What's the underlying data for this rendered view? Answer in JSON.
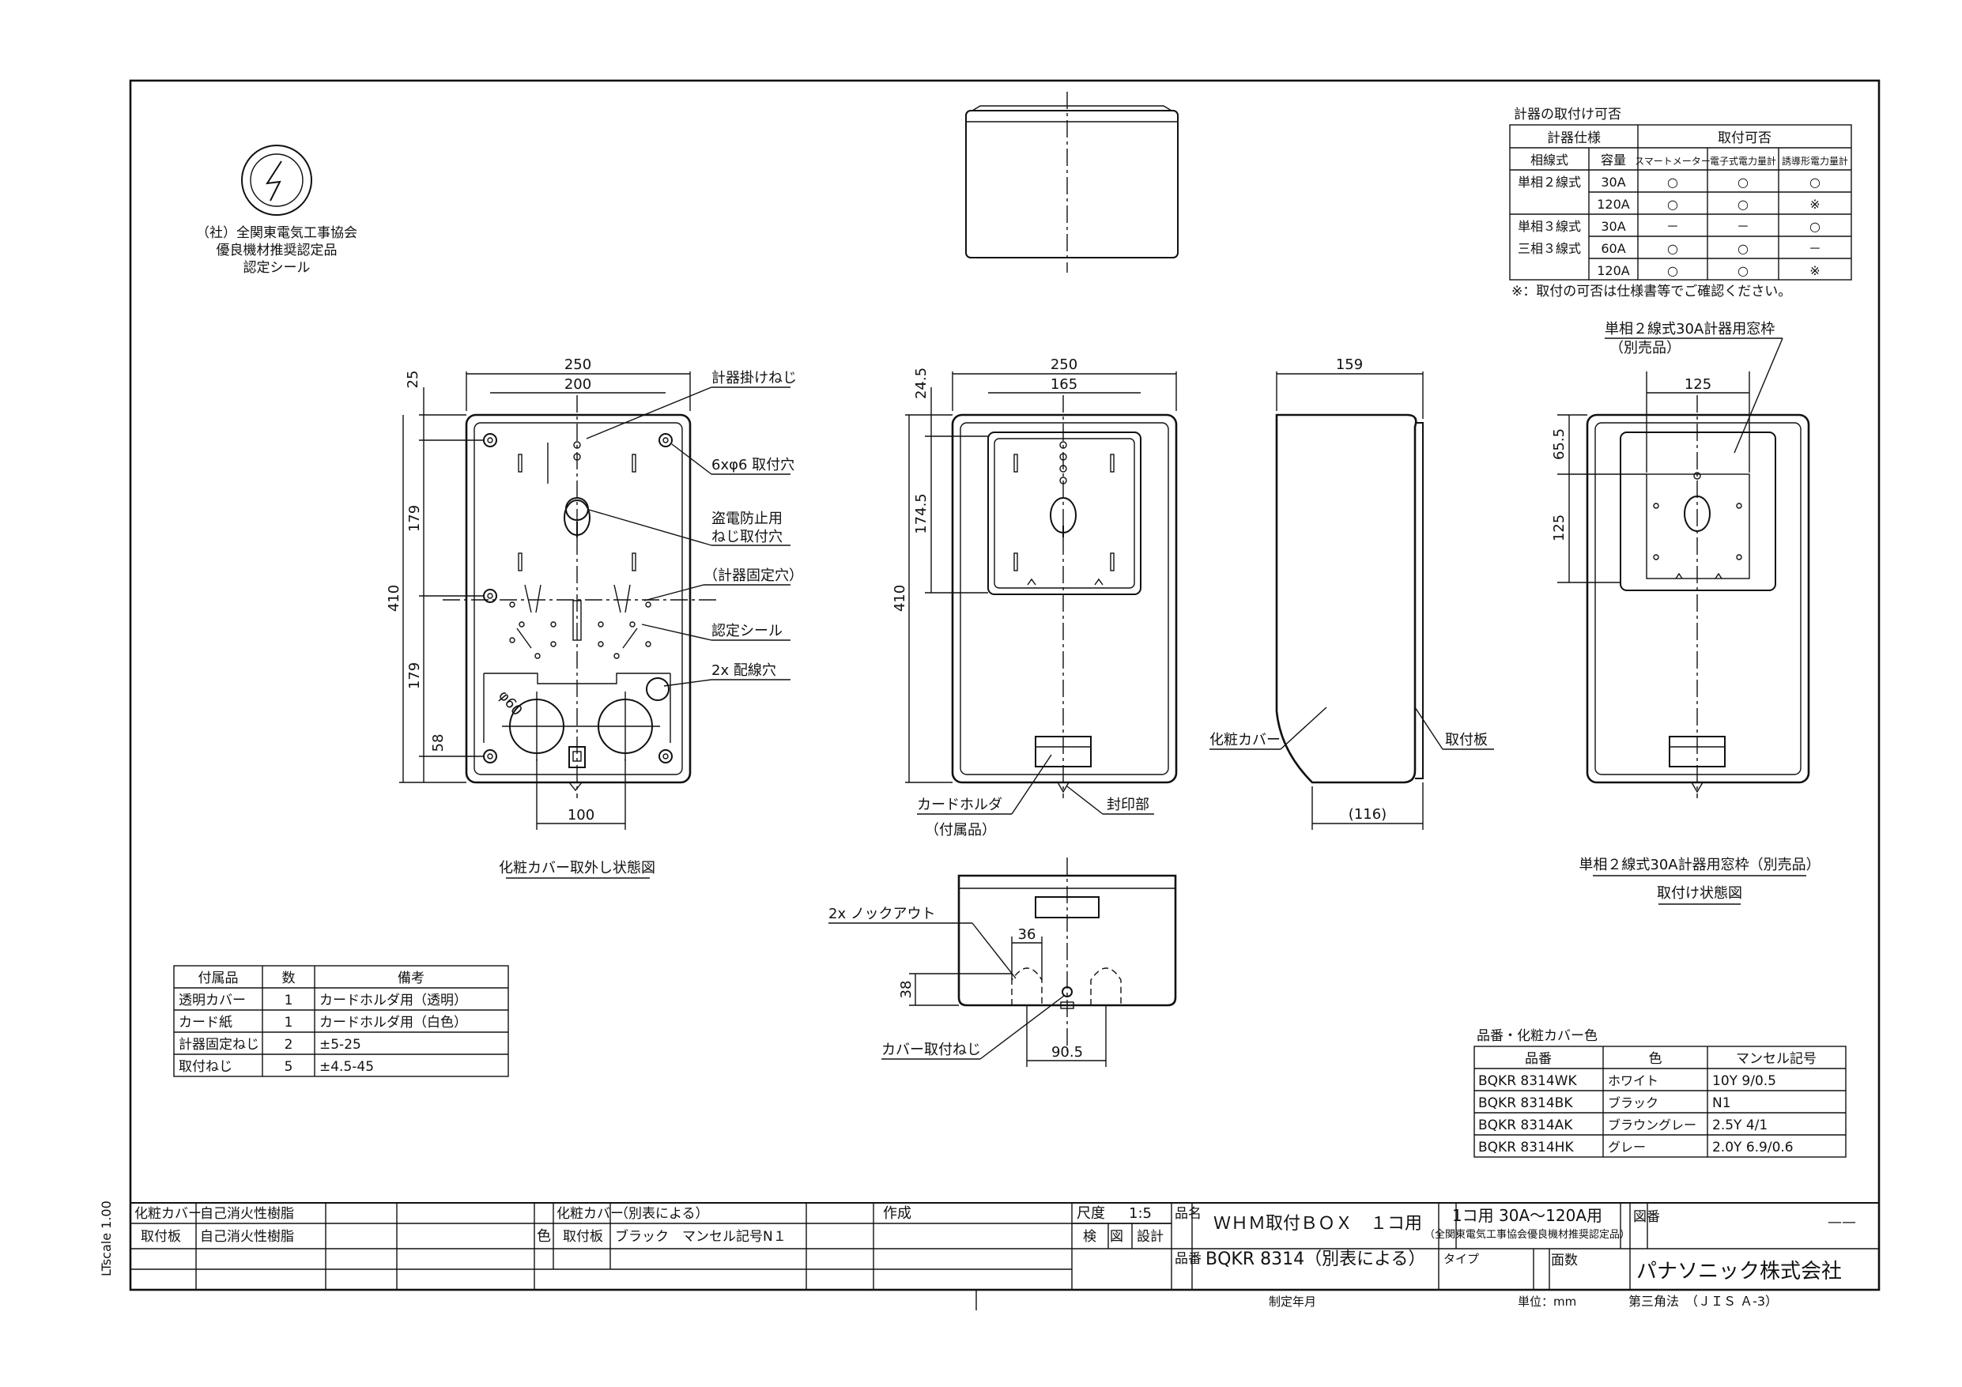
{
  "seal": {
    "line1": "（社）全関東電気工事協会",
    "line2": "優良機材推奨認定品",
    "line3": "認定シール"
  },
  "views": {
    "front_open_caption": "化粧カバー取外し状態図",
    "frame_caption_line1": "単相２線式30A計器用窓枠（別売品）",
    "frame_caption_line2": "取付け状態図"
  },
  "dims": {
    "w250": "250",
    "w200": "200",
    "d25": "25",
    "d179a": "179",
    "d410": "410",
    "d179b": "179",
    "d58": "58",
    "d100": "100",
    "phi60": "φ60",
    "f250": "250",
    "f165": "165",
    "f24_5": "24.5",
    "f174_5": "174.5",
    "f410": "410",
    "s159": "159",
    "s116": "(116)",
    "r125w": "125",
    "r65_5": "65.5",
    "r125h": "125",
    "b36": "36",
    "b38": "38",
    "b90_5": "90.5"
  },
  "callouts": {
    "meter_screw": "計器掛けねじ",
    "mount_holes": "6xφ6 取付穴",
    "anti_theft1": "盗電防止用",
    "anti_theft2": "ねじ取付穴",
    "meter_fix_hole": "（計器固定穴）",
    "seal_label": "認定シール",
    "wiring_holes": "2x 配線穴",
    "card_holder1": "カードホルダ",
    "card_holder2": "（付属品）",
    "seal_part": "封印部",
    "cosmetic_cover": "化粧カバー",
    "mount_plate": "取付板",
    "frame1": "単相２線式30A計器用窓枠",
    "frame2": "（別売品）",
    "knockout": "2x ノックアウト",
    "cover_screw": "カバー取付ねじ"
  },
  "compat": {
    "title": "計器の取付け可否",
    "h_spec": "計器仕様",
    "h_ok": "取付可否",
    "sub": [
      "相線式",
      "容量",
      "スマートメーター",
      "電子式電力量計",
      "誘導形電力量計"
    ],
    "rows": [
      {
        "sys": "単相２線式",
        "cap": "30A",
        "v": [
          "○",
          "○",
          "○"
        ]
      },
      {
        "sys": "",
        "cap": "120A",
        "v": [
          "○",
          "○",
          "※"
        ]
      },
      {
        "sys": "単相３線式",
        "cap": "30A",
        "v": [
          "－",
          "－",
          "○"
        ]
      },
      {
        "sys": "三相３線式",
        "cap": "60A",
        "v": [
          "○",
          "○",
          "－"
        ]
      },
      {
        "sys": "",
        "cap": "120A",
        "v": [
          "○",
          "○",
          "※"
        ]
      }
    ],
    "note": "※：取付の可否は仕様書等でご確認ください。"
  },
  "accessories": {
    "headers": [
      "付属品",
      "数",
      "備考"
    ],
    "rows": [
      [
        "透明カバー",
        "1",
        "カードホルダ用（透明）"
      ],
      [
        "カード紙",
        "1",
        "カードホルダ用（白色）"
      ],
      [
        "計器固定ねじ",
        "2",
        "±5-25"
      ],
      [
        "取付ねじ",
        "5",
        "±4.5-45"
      ]
    ]
  },
  "colors": {
    "title": "品番・化粧カバー色",
    "headers": [
      "品番",
      "色",
      "マンセル記号"
    ],
    "rows": [
      [
        "BQKR 8314WK",
        "ホワイト",
        "10Y 9/0.5"
      ],
      [
        "BQKR 8314BK",
        "ブラック",
        "N1"
      ],
      [
        "BQKR 8314AK",
        "ブラウングレー",
        "2.5Y 4/1"
      ],
      [
        "BQKR 8314HK",
        "グレー",
        "2.0Y 6.9/0.6"
      ]
    ]
  },
  "titleblock": {
    "mat1_label": "化粧カバー",
    "mat1_val": "自己消火性樹脂",
    "mat2_label": "取付板",
    "mat2_val": "自己消火性樹脂",
    "color_label": "色",
    "col1_label": "化粧カバー",
    "col1_val": "（別表による）",
    "col2_label": "取付板",
    "col2_val": "ブラック　マンセル記号N１",
    "made": "作成",
    "scale_label": "尺度",
    "scale_val": "1:5",
    "check": "検　図",
    "design": "設計",
    "name_label": "品名",
    "name_val": "ＷＨＭ取付ＢＯＸ　１コ用",
    "spec1": "1コ用 30A～120A用",
    "spec2": "（全関東電気工事協会優良機材推奨認定品）",
    "drawing_no_label": "図番",
    "drawing_no_val": "——",
    "part_label": "品番",
    "part_val": "BQKR 8314（別表による）",
    "type_label": "タイプ",
    "pages_label": "面数",
    "company": "パナソニック株式会社",
    "date_label": "制定年月",
    "unit": "単位：mm",
    "projection": "第三角法　（ＪＩＳ Ａ-3）",
    "ltscale": "LTscale 1.00"
  }
}
